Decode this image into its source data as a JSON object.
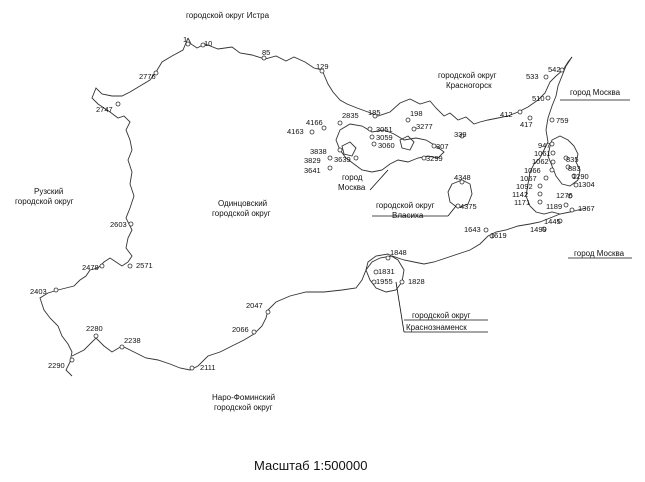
{
  "regions": {
    "istra": "городской округ Истра",
    "krasnogorsk_1": "городской округ",
    "krasnogorsk_2": "Красногорск",
    "moscow_top": "город Москва",
    "ruza_1": "Рузский",
    "ruza_2": "городской округ",
    "odintsovo_1": "Одинцовский",
    "odintsovo_2": "городской округ",
    "moscow_inner_1": "город",
    "moscow_inner_2": "Москва",
    "vlasikha_1": "городской округ",
    "vlasikha_2": "Власиха",
    "moscow_right": "город Москва",
    "krasnoznamensk_1": "городской округ",
    "krasnoznamensk_2": "Краснознаменск",
    "narofominsk_1": "Наро-Фоминский",
    "narofominsk_2": "городской округ"
  },
  "points": [
    "1",
    "10",
    "85",
    "129",
    "2776",
    "2747",
    "185",
    "198",
    "2835",
    "4166",
    "4163",
    "3051",
    "3059",
    "3060",
    "3277",
    "339",
    "307",
    "3299",
    "3838",
    "3829",
    "3639",
    "3641",
    "533",
    "542",
    "510",
    "412",
    "417",
    "759",
    "947",
    "1061",
    "1062",
    "835",
    "1066",
    "883",
    "1067",
    "1290",
    "1092",
    "1304",
    "1142",
    "1276",
    "1171",
    "1189",
    "1367",
    "1445",
    "1499",
    "4348",
    "4375",
    "1643",
    "1619",
    "2603",
    "2478",
    "2571",
    "2403",
    "1848",
    "1831",
    "1955",
    "1828",
    "2047",
    "2066",
    "2280",
    "2238",
    "2290",
    "2111"
  ],
  "scale_label": "Масштаб 1:500000"
}
